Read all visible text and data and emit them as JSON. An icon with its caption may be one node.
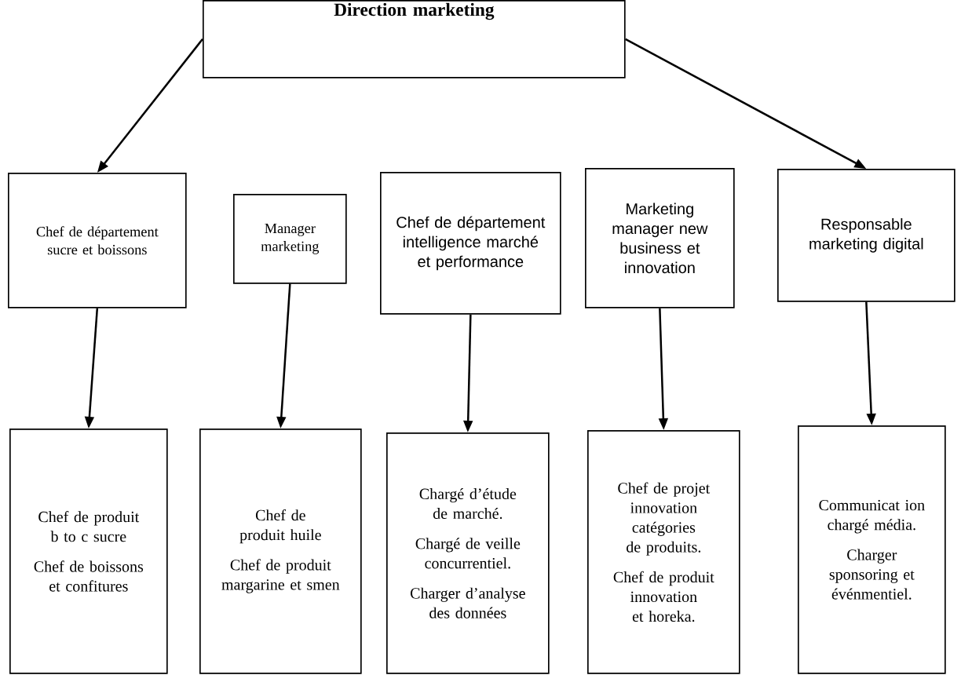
{
  "diagram": {
    "nodes": [
      {
        "text": [
          "Direction marketing"
        ]
      },
      {
        "text": [
          "Chef de département sucre et boissons"
        ]
      },
      {
        "text": [
          "Manager marketing"
        ]
      },
      {
        "text": [
          "Chef de département intelligence marché et performance"
        ]
      },
      {
        "text": [
          "Marketing manager new business et innovation"
        ]
      },
      {
        "text": [
          "Responsable marketing digital"
        ]
      },
      {
        "text": [
          "Chef de produit b to c sucre",
          "Chef de boissons et confitures"
        ]
      },
      {
        "text": [
          "Chef de produit huile",
          "Chef de produit margarine et smen"
        ]
      },
      {
        "text": [
          "Chargé d’étude de marché.",
          "Chargé de veille concurrentiel.",
          "Charger d’analyse des données"
        ]
      },
      {
        "text": [
          "Chef de projet innovation catégories de produits.",
          "Chef de produit innovation et horeka."
        ]
      },
      {
        "text": [
          "Communicat ion chargé média.",
          "Charger sponsoring et événmentiel."
        ]
      }
    ],
    "edges": [
      {
        "from": 0,
        "to": 1,
        "arrow": "to"
      },
      {
        "from": 0,
        "to": 5,
        "arrow": "to"
      },
      {
        "from": 1,
        "to": 6,
        "arrow": "to"
      },
      {
        "from": 2,
        "to": 7,
        "arrow": "to"
      },
      {
        "from": 3,
        "to": 8,
        "arrow": "to"
      },
      {
        "from": 4,
        "to": 9,
        "arrow": "to"
      },
      {
        "from": 5,
        "to": 10,
        "arrow": "to"
      }
    ]
  }
}
